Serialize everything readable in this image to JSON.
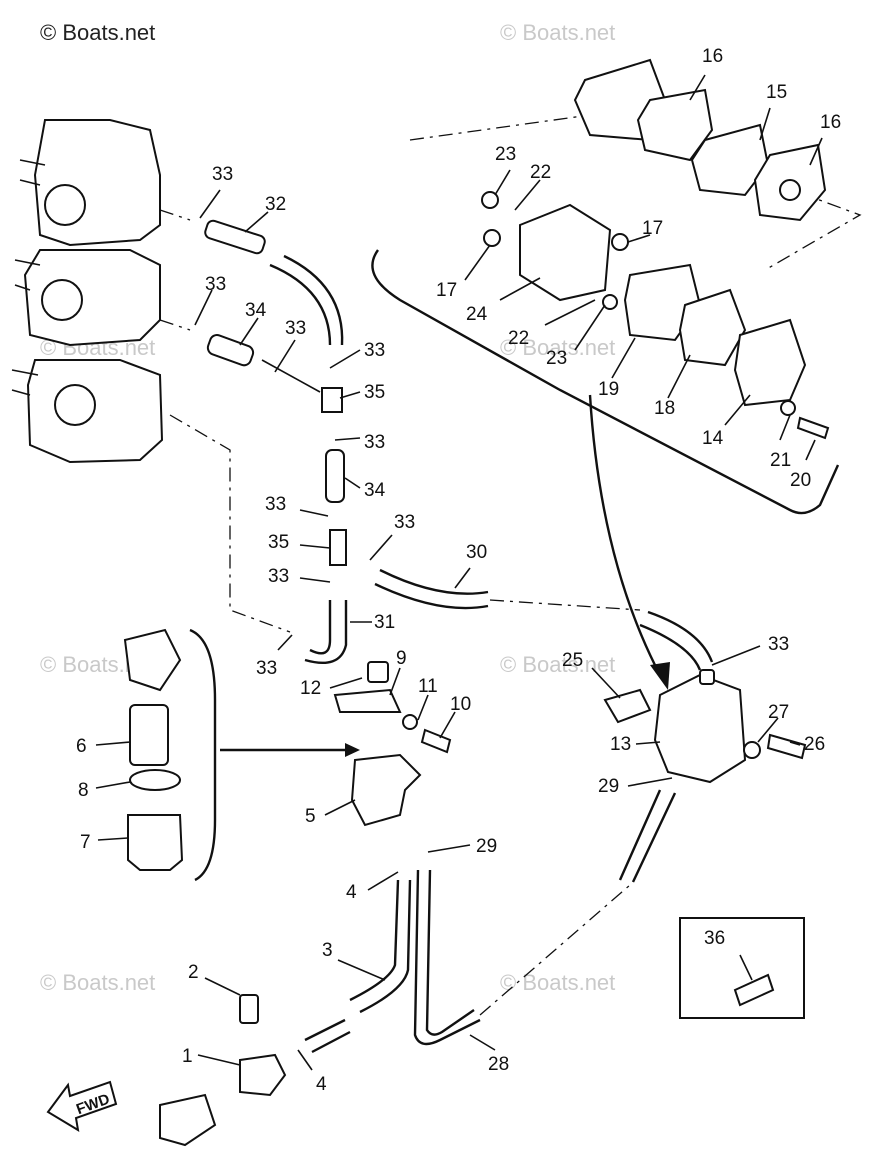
{
  "watermark": {
    "top_left": "© Boats.net",
    "repeat": "© Boats.net"
  },
  "direction_label": "FWD",
  "callouts": [
    {
      "label": "16"
    },
    {
      "label": "15"
    },
    {
      "label": "16"
    },
    {
      "label": "23"
    },
    {
      "label": "22"
    },
    {
      "label": "17"
    },
    {
      "label": "17"
    },
    {
      "label": "24"
    },
    {
      "label": "22"
    },
    {
      "label": "23"
    },
    {
      "label": "19"
    },
    {
      "label": "18"
    },
    {
      "label": "14"
    },
    {
      "label": "21"
    },
    {
      "label": "20"
    },
    {
      "label": "33"
    },
    {
      "label": "32"
    },
    {
      "label": "33"
    },
    {
      "label": "34"
    },
    {
      "label": "33"
    },
    {
      "label": "33"
    },
    {
      "label": "35"
    },
    {
      "label": "33"
    },
    {
      "label": "34"
    },
    {
      "label": "33"
    },
    {
      "label": "33"
    },
    {
      "label": "35"
    },
    {
      "label": "33"
    },
    {
      "label": "30"
    },
    {
      "label": "31"
    },
    {
      "label": "33"
    },
    {
      "label": "12"
    },
    {
      "label": "9"
    },
    {
      "label": "11"
    },
    {
      "label": "10"
    },
    {
      "label": "6"
    },
    {
      "label": "8"
    },
    {
      "label": "7"
    },
    {
      "label": "5"
    },
    {
      "label": "29"
    },
    {
      "label": "4"
    },
    {
      "label": "3"
    },
    {
      "label": "2"
    },
    {
      "label": "1"
    },
    {
      "label": "4"
    },
    {
      "label": "28"
    },
    {
      "label": "25"
    },
    {
      "label": "33"
    },
    {
      "label": "13"
    },
    {
      "label": "27"
    },
    {
      "label": "26"
    },
    {
      "label": "29"
    },
    {
      "label": "36"
    }
  ]
}
